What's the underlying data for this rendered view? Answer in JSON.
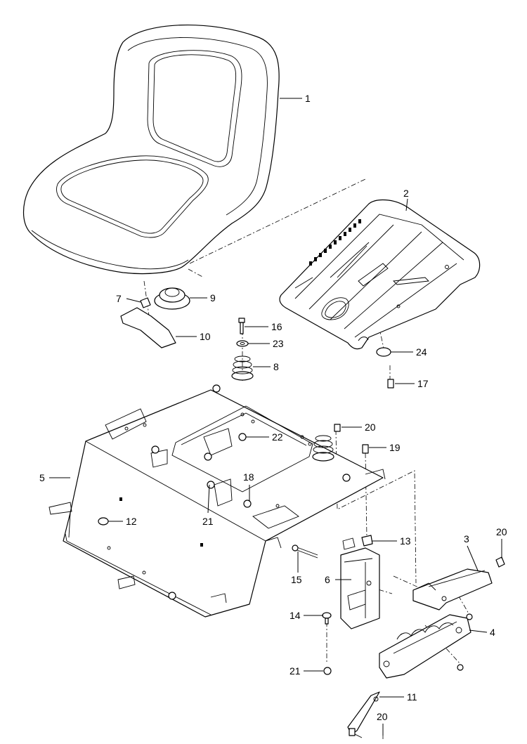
{
  "callouts": [
    {
      "id": "c1",
      "text": "1"
    },
    {
      "id": "c2",
      "text": "2"
    },
    {
      "id": "c3",
      "text": "3"
    },
    {
      "id": "c4",
      "text": "4"
    },
    {
      "id": "c5",
      "text": "5"
    },
    {
      "id": "c6",
      "text": "6"
    },
    {
      "id": "c7",
      "text": "7"
    },
    {
      "id": "c8",
      "text": "8"
    },
    {
      "id": "c9",
      "text": "9"
    },
    {
      "id": "c10",
      "text": "10"
    },
    {
      "id": "c11",
      "text": "11"
    },
    {
      "id": "c12",
      "text": "12"
    },
    {
      "id": "c13",
      "text": "13"
    },
    {
      "id": "c14",
      "text": "14"
    },
    {
      "id": "c15",
      "text": "15"
    },
    {
      "id": "c16",
      "text": "16"
    },
    {
      "id": "c17",
      "text": "17"
    },
    {
      "id": "c18",
      "text": "18"
    },
    {
      "id": "c19",
      "text": "19"
    },
    {
      "id": "c20a",
      "text": "20"
    },
    {
      "id": "c20b",
      "text": "20"
    },
    {
      "id": "c20c",
      "text": "20"
    },
    {
      "id": "c21a",
      "text": "21"
    },
    {
      "id": "c21b",
      "text": "21"
    },
    {
      "id": "c22",
      "text": "22"
    },
    {
      "id": "c23",
      "text": "23"
    },
    {
      "id": "c24",
      "text": "24"
    }
  ]
}
